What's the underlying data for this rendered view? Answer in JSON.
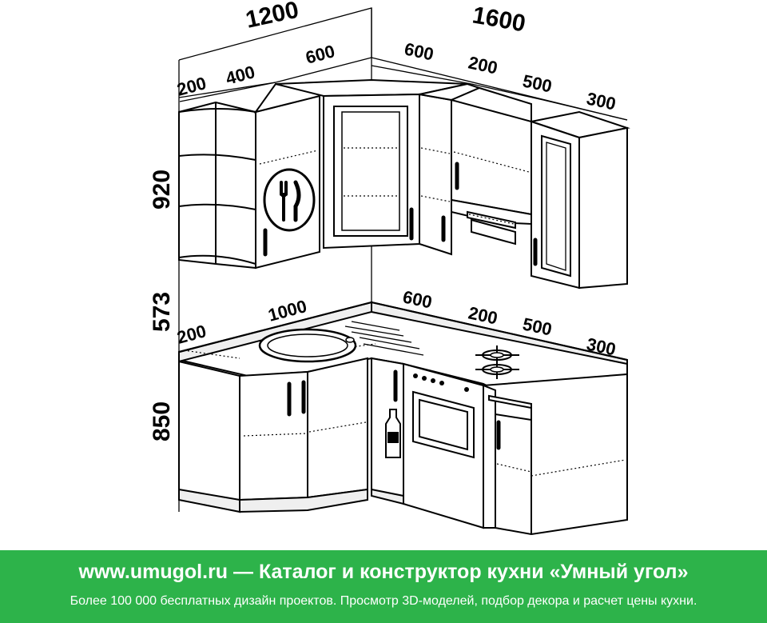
{
  "dimensions": {
    "top_total_left": "1200",
    "top_total_right": "1600",
    "upper_left": [
      "200",
      "400",
      "600"
    ],
    "upper_right": [
      "600",
      "200",
      "500",
      "300"
    ],
    "lower_left": [
      "200",
      "1000"
    ],
    "lower_right": [
      "600",
      "200",
      "500",
      "300"
    ],
    "heights": [
      "920",
      "573",
      "850"
    ]
  },
  "icons": [
    "fork-knife-icon",
    "bottle-icon"
  ],
  "banner": {
    "title": "www.umugol.ru — Каталог и конструктор кухни «Умный угол»",
    "subtitle": "Более 100 000 бесплатных дизайн проектов. Просмотр 3D-моделей, подбор декора и расчет цены кухни.",
    "color": "#2db34a"
  }
}
